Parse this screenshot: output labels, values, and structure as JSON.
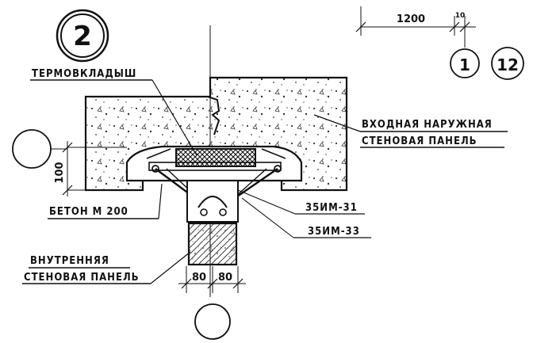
{
  "sheet_marker": "2",
  "labels": {
    "thermal_insert": "ТЕРМОВКЛАДЫШ",
    "outer_panel_line1": "ВХОДНАЯ НАРУЖНАЯ",
    "outer_panel_line2": "СТЕНОВАЯ ПАНЕЛЬ",
    "concrete": "БЕТОН М 200",
    "inner_panel_line1": "ВНУТРЕННЯЯ",
    "inner_panel_line2": "СТЕНОВАЯ ПАНЕЛЬ",
    "part_a": "35ИМ-31",
    "part_b": "35ИМ-33"
  },
  "dimensions": {
    "top_span": "1200",
    "top_small": "10",
    "left_height": "100",
    "bottom_left": "80",
    "bottom_right": "80"
  },
  "axis_markers": {
    "top_right_a": "1",
    "top_right_b": "12"
  }
}
